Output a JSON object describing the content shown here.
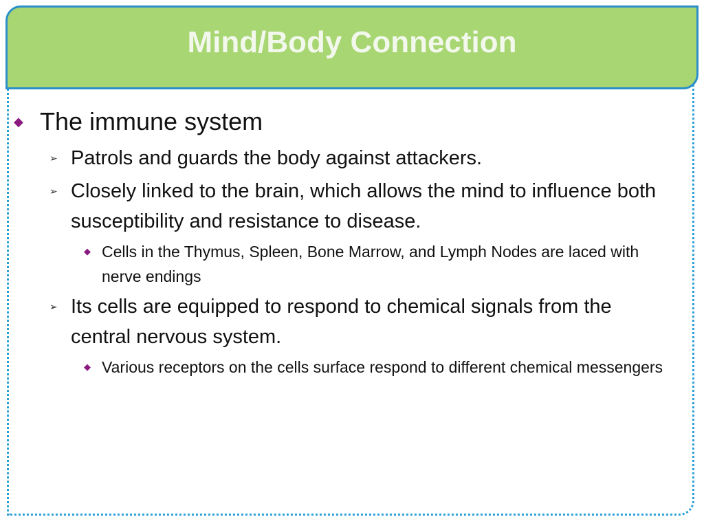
{
  "slide": {
    "title": "Mind/Body Connection",
    "bullets": [
      {
        "level": 1,
        "text": "The immune system"
      },
      {
        "level": 2,
        "text": "Patrols and guards the body against attackers."
      },
      {
        "level": 2,
        "text": "Closely linked to the brain, which allows the mind to influence both susceptibility and resistance to disease."
      },
      {
        "level": 3,
        "text": "Cells in the Thymus, Spleen, Bone Marrow, and Lymph Nodes are laced with nerve endings"
      },
      {
        "level": 2,
        "text": "Its cells are equipped to respond to chemical signals from the central nervous system."
      },
      {
        "level": 3,
        "text": "Various receptors on the cells surface respond to different chemical messengers"
      }
    ],
    "markers": {
      "level1": "◆",
      "level2": "➢",
      "level3": "◆"
    },
    "colors": {
      "title_bar": "#a8d672",
      "title_border": "#2a8fc8",
      "frame_dots": "#2a9fd8",
      "bullet_accent": "#8b1a80"
    }
  }
}
